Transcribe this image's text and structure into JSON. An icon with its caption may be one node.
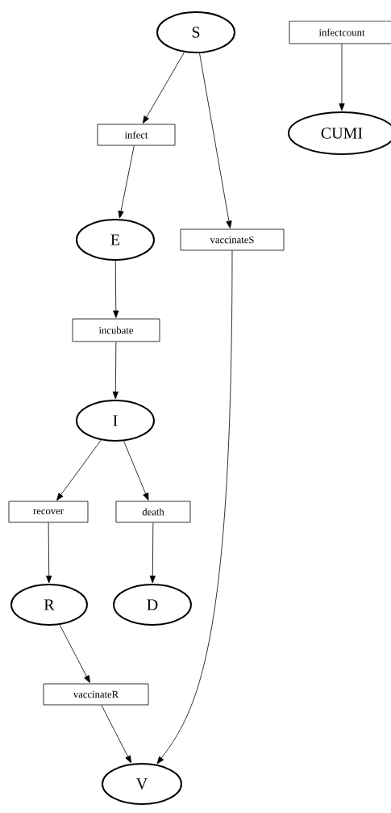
{
  "diagram": {
    "nodes": [
      {
        "text": [
          "S"
        ]
      },
      {
        "text": [
          "infectcount"
        ]
      },
      {
        "text": [
          "CUMI"
        ]
      },
      {
        "text": [
          "infect"
        ]
      },
      {
        "text": [
          "E"
        ]
      },
      {
        "text": [
          "vaccinateS"
        ]
      },
      {
        "text": [
          "incubate"
        ]
      },
      {
        "text": [
          "I"
        ]
      },
      {
        "text": [
          "recover"
        ]
      },
      {
        "text": [
          "death"
        ]
      },
      {
        "text": [
          "R"
        ]
      },
      {
        "text": [
          "D"
        ]
      },
      {
        "text": [
          "vaccinateR"
        ]
      },
      {
        "text": [
          "V"
        ]
      }
    ],
    "edges": [
      {
        "from": 0,
        "to": 3,
        "arrow": "to"
      },
      {
        "from": 0,
        "to": 5,
        "arrow": "to"
      },
      {
        "from": 1,
        "to": 2,
        "arrow": "to"
      },
      {
        "from": 3,
        "to": 4,
        "arrow": "to"
      },
      {
        "from": 4,
        "to": 6,
        "arrow": "to"
      },
      {
        "from": 6,
        "to": 7,
        "arrow": "to"
      },
      {
        "from": 7,
        "to": 8,
        "arrow": "to"
      },
      {
        "from": 7,
        "to": 9,
        "arrow": "to"
      },
      {
        "from": 8,
        "to": 10,
        "arrow": "to"
      },
      {
        "from": 9,
        "to": 11,
        "arrow": "to"
      },
      {
        "from": 10,
        "to": 12,
        "arrow": "to"
      },
      {
        "from": 12,
        "to": 13,
        "arrow": "to"
      },
      {
        "from": 5,
        "to": 13,
        "arrow": "to"
      }
    ]
  }
}
